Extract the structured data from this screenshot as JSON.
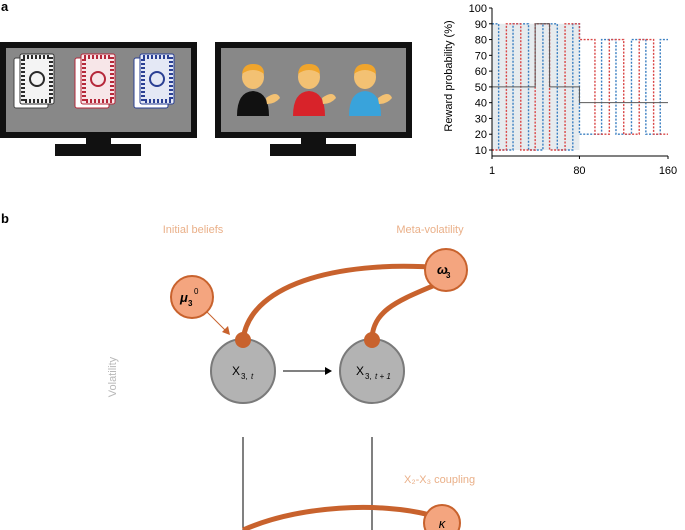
{
  "panel_a": {
    "label": "a",
    "screen1_icon": "playing-cards-icon",
    "screen2_icon": "person-emoji-icon",
    "cards": [
      {
        "color": "#2a2a2a"
      },
      {
        "color": "#b5283a"
      },
      {
        "color": "#2a3f93"
      }
    ],
    "people": [
      {
        "shirt": "#111111"
      },
      {
        "shirt": "#d8232a"
      },
      {
        "shirt": "#39a3db"
      }
    ]
  },
  "chart_data": {
    "type": "line",
    "ylabel": "Reward probability (%)",
    "xlabel": "",
    "xlim": [
      1,
      160
    ],
    "ylim": [
      10,
      100
    ],
    "xticks": [
      "1",
      "80",
      "160"
    ],
    "yticks": [
      "10",
      "20",
      "30",
      "40",
      "50",
      "60",
      "70",
      "80",
      "90",
      "100"
    ],
    "shaded_region": [
      1,
      80
    ],
    "series": [
      {
        "color": "#3a7fc1",
        "x": [
          1,
          7,
          7,
          20,
          20,
          34,
          34,
          47,
          47,
          60,
          60,
          74,
          74,
          80,
          80,
          100,
          100,
          113,
          113,
          127,
          127,
          140,
          140,
          153,
          153,
          160
        ],
        "y": [
          90,
          90,
          10,
          10,
          90,
          90,
          10,
          10,
          90,
          90,
          10,
          10,
          90,
          90,
          20,
          20,
          80,
          80,
          20,
          20,
          80,
          80,
          20,
          20,
          80,
          80
        ]
      },
      {
        "color": "#d94545",
        "x": [
          1,
          14,
          14,
          27,
          27,
          40,
          40,
          53,
          53,
          67,
          67,
          80,
          80,
          94,
          94,
          107,
          107,
          120,
          120,
          134,
          134,
          147,
          147,
          160
        ],
        "y": [
          10,
          10,
          90,
          90,
          10,
          10,
          90,
          90,
          10,
          10,
          90,
          90,
          80,
          80,
          20,
          20,
          80,
          80,
          20,
          20,
          80,
          80,
          20,
          20
        ]
      },
      {
        "color": "#5a5a5a",
        "x": [
          1,
          40,
          40,
          53,
          53,
          80,
          80,
          120,
          120,
          160
        ],
        "y": [
          50,
          50,
          90,
          90,
          50,
          50,
          40,
          40,
          40,
          40
        ]
      }
    ]
  },
  "panel_b": {
    "label": "b",
    "initial_beliefs": "Initial beliefs",
    "meta_volatility": "Meta-volatility",
    "volatility": "Volatility",
    "coupling": "X₂-X₃ coupling",
    "node_mu_base": "μ",
    "node_mu_sub": "3",
    "node_mu_sup": "0",
    "node_omega_base": "ω",
    "node_omega_sub": "3",
    "node_x3t_base": "X",
    "node_x3t_sub": "3,",
    "node_x3t_sub_t": "t",
    "node_x3t1_base": "X",
    "node_x3t1_sub": "3,",
    "node_x3t1_sub_t": "t + 1",
    "node_kappa": "κ",
    "colors": {
      "orange_fill": "#f4a57f",
      "orange_stroke": "#c8622d",
      "orange_text": "#eab089",
      "grey_fill": "#b3b3b3",
      "grey_stroke": "#7a7a7a"
    }
  }
}
